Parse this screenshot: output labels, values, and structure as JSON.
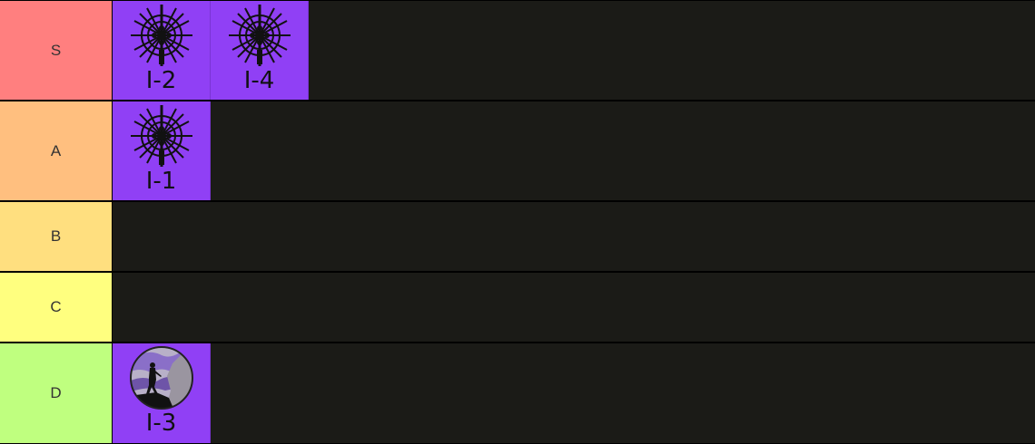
{
  "tiers": [
    {
      "label": "S",
      "color": "#ff7f7f",
      "items": [
        {
          "label": "I-2",
          "icon": "compass-rose-emblem-icon"
        },
        {
          "label": "I-4",
          "icon": "compass-rose-emblem-icon"
        }
      ]
    },
    {
      "label": "A",
      "color": "#ffbf7f",
      "items": [
        {
          "label": "I-1",
          "icon": "compass-rose-emblem-icon"
        }
      ]
    },
    {
      "label": "B",
      "color": "#ffdf7f",
      "items": []
    },
    {
      "label": "C",
      "color": "#ffff7f",
      "items": []
    },
    {
      "label": "D",
      "color": "#bfff7f",
      "items": [
        {
          "label": "I-3",
          "icon": "hiker-on-cliff-moon-icon"
        }
      ]
    }
  ],
  "colors": {
    "row_background": "#1b1b17",
    "item_background": "#9040f5",
    "separator": "#000000"
  }
}
